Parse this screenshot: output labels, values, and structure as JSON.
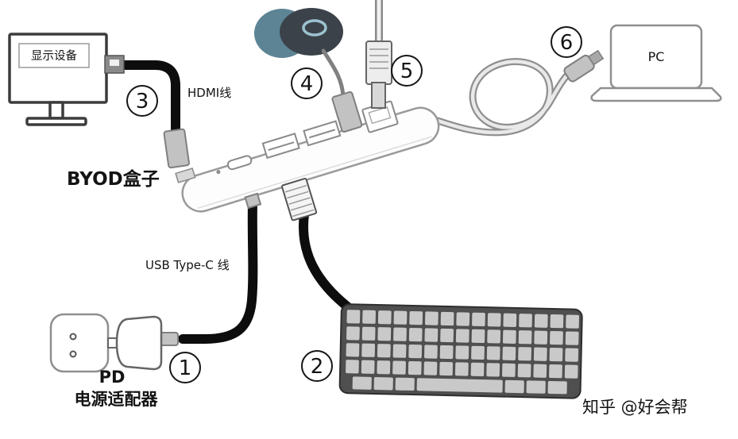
{
  "diagram": {
    "monitor": {
      "label": "显示设备"
    },
    "cables": {
      "hdmi": "HDMI线",
      "usbc": "USB Type-C 线"
    },
    "hub": {
      "label": "BYOD盒子"
    },
    "adapter": {
      "line1": "PD",
      "line2": "电源适配器"
    },
    "laptop": {
      "label": "PC"
    },
    "badges": [
      {
        "id": "power-adapter",
        "num": "1"
      },
      {
        "id": "keyboard",
        "num": "2"
      },
      {
        "id": "display",
        "num": "3"
      },
      {
        "id": "mouse",
        "num": "4"
      },
      {
        "id": "ethernet",
        "num": "5"
      },
      {
        "id": "pc",
        "num": "6"
      }
    ]
  },
  "watermark": "知乎 @好会帮",
  "colors": {
    "cable_black": "#0d0d0d",
    "outline_gray": "#8f8f8f",
    "mouse_teal": "#5d8495",
    "mouse_dark": "#3b4249",
    "mouse_wheel": "#9cc2cf",
    "keyboard_body": "#4f4f4f",
    "keyboard_key": "#c9c9c9",
    "watermark_gray": "#9e9e9e"
  }
}
